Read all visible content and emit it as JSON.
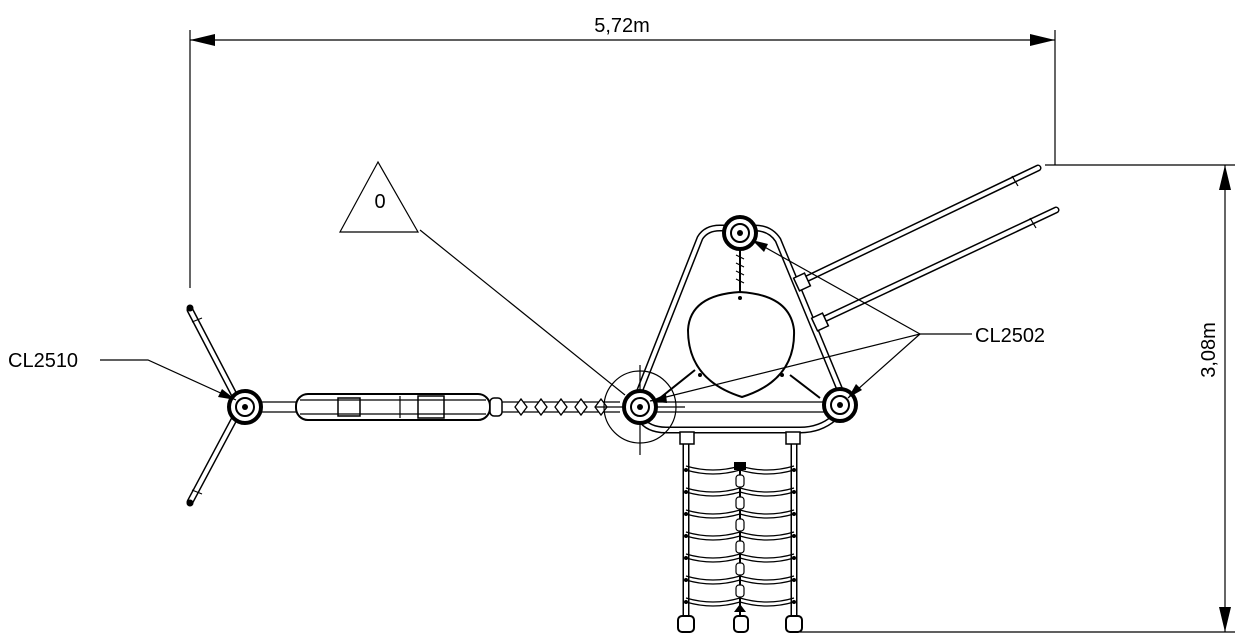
{
  "dimensions": {
    "width_label": "5,72m",
    "height_label": "3,08m"
  },
  "reference_marker": {
    "label": "0"
  },
  "callouts": {
    "left_part": "CL2510",
    "right_part": "CL2502"
  }
}
